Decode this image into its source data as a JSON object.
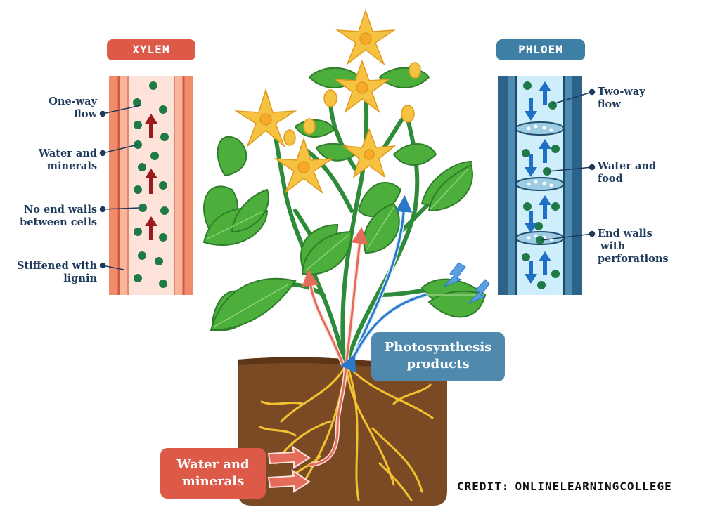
{
  "xylem": {
    "title": "XYLEM",
    "labels": [
      {
        "lines": [
          "One-way",
          "flow"
        ]
      },
      {
        "lines": [
          "Water and",
          "minerals"
        ]
      },
      {
        "lines": [
          "No end walls",
          "between cells"
        ]
      },
      {
        "lines": [
          "Stiffened with",
          "lignin"
        ]
      }
    ]
  },
  "phloem": {
    "title": "PHLOEM",
    "labels": [
      {
        "lines": [
          "Two-way",
          "flow"
        ]
      },
      {
        "lines": [
          "Water and",
          "food"
        ]
      },
      {
        "lines": [
          "End walls",
          "with",
          "perforations"
        ]
      }
    ]
  },
  "callouts": {
    "photosynthesis": [
      "Photosynthesis",
      "products"
    ],
    "water_minerals": [
      "Water and",
      "minerals"
    ]
  },
  "credit": {
    "prefix": "CREDIT:",
    "source": "ONLINELEARNINGCOLLEGE"
  },
  "colors": {
    "xylem_accent": "#dd5a48",
    "phloem_accent": "#3e7fa6",
    "leaf_green": "#4caf3c",
    "soil_brown": "#7a4a24",
    "flower_yellow": "#f5c242",
    "root_yellow": "#f2c230",
    "label_navy": "#1f3b5c"
  }
}
